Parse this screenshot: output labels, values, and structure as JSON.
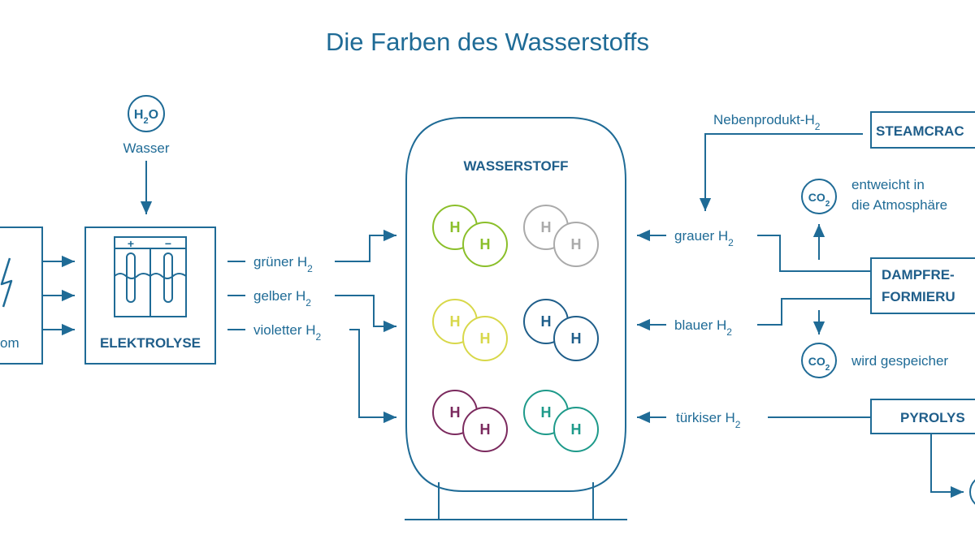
{
  "title": "Die Farben des Wasserstoffs",
  "colors": {
    "line": "#1f6b96",
    "gruen": "#8bbf2a",
    "gelb": "#d8d84a",
    "violett": "#7b2a5e",
    "grau": "#aaaaaa",
    "blau": "#1f5e8a",
    "tuerkis": "#1e9a8a"
  },
  "source_left": {
    "label": "om",
    "icon": "lightning-icon"
  },
  "water": {
    "formula": "H",
    "sub": "2",
    "formula_tail": "O",
    "label": "Wasser"
  },
  "electrolysis": {
    "label": "ELEKTROLYSE",
    "plus": "+",
    "minus": "−"
  },
  "left_outputs": [
    {
      "text": "grüner H",
      "sub": "2"
    },
    {
      "text": "gelber H",
      "sub": "2"
    },
    {
      "text": "violetter H",
      "sub": "2"
    }
  ],
  "tank": {
    "label": "WASSERSTOFF",
    "atom": "H",
    "molecules": [
      {
        "name": "gruen",
        "color_key": "gruen"
      },
      {
        "name": "grau",
        "color_key": "grau"
      },
      {
        "name": "gelb",
        "color_key": "gelb"
      },
      {
        "name": "blau",
        "color_key": "blau"
      },
      {
        "name": "violett",
        "color_key": "violett"
      },
      {
        "name": "tuerkis",
        "color_key": "tuerkis"
      }
    ]
  },
  "right_inputs": [
    {
      "text": "grauer H",
      "sub": "2"
    },
    {
      "text": "blauer H",
      "sub": "2"
    },
    {
      "text": "türkiser H",
      "sub": "2"
    }
  ],
  "byproduct": {
    "text": "Nebenprodukt-H",
    "sub": "2"
  },
  "steamcracker": {
    "label": "STEAMCRAC"
  },
  "dampfreformierung": {
    "line1": "DAMPFRE-",
    "line2": "FORMIERU"
  },
  "pyrolyse": {
    "label": "PYROLYS"
  },
  "co2": {
    "formula": "CO",
    "sub": "2"
  },
  "co2_released": {
    "line1": "entweicht in",
    "line2": "die Atmosphäre"
  },
  "co2_stored": {
    "text": "wird gespeicher"
  }
}
